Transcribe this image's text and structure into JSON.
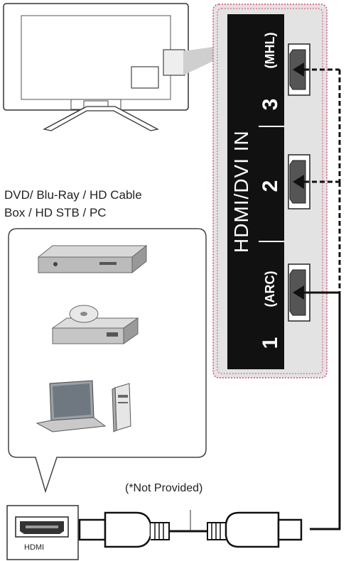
{
  "source_caption": {
    "line1": "DVD/ Blu-Ray / HD Cable",
    "line2": "Box / HD STB / PC"
  },
  "panel": {
    "title": "HDMI/DVI IN",
    "ports": [
      {
        "number": "3",
        "tag": "(MHL)"
      },
      {
        "number": "2",
        "tag": ""
      },
      {
        "number": "1",
        "tag": "(ARC)"
      }
    ]
  },
  "cable_note": "(*Not Provided)",
  "source_port_label": "HDMI",
  "colors": {
    "panel_bg": "#e3e3e3",
    "panel_border": "#d54b6e",
    "port_strip": "#111111",
    "cable": "#111111"
  }
}
